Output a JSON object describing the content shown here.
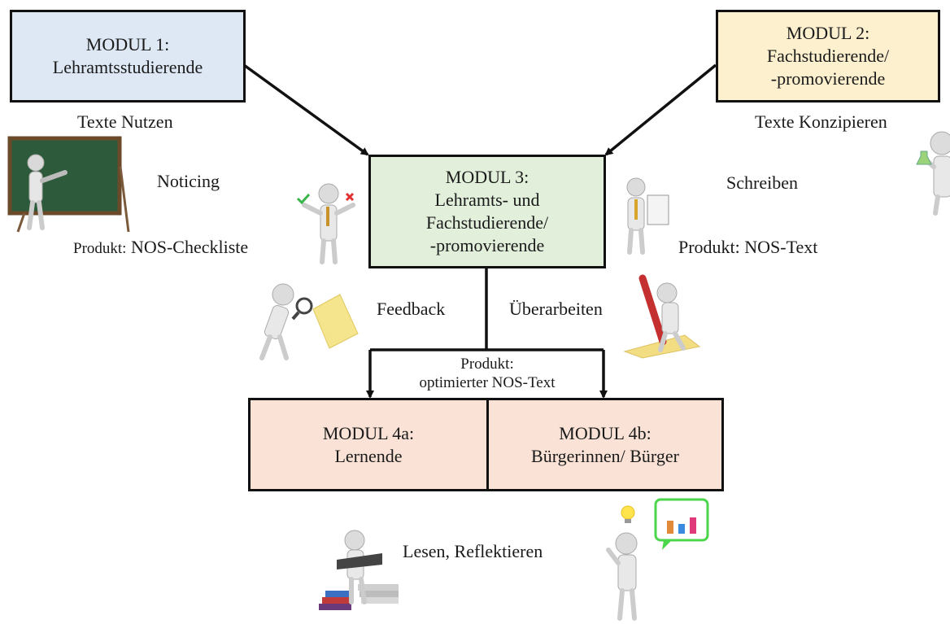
{
  "colors": {
    "modul1_fill": "#dde8f4",
    "modul2_fill": "#fdf0cf",
    "modul3_fill": "#e2efdb",
    "modul4_fill": "#fae3d6",
    "border": "#111111"
  },
  "modul1": {
    "line1": "MODUL 1:",
    "line2": "Lehramtsstudierende"
  },
  "modul2": {
    "line1": "MODUL 2:",
    "line2": "Fachstudierende/",
    "line3": "-promovierende"
  },
  "modul3": {
    "line1": "MODUL 3:",
    "line2": "Lehramts- und",
    "line3": "Fachstudierende/",
    "line4": "-promovierende"
  },
  "modul4a": {
    "line1": "MODUL 4a:",
    "line2": "Lernende"
  },
  "modul4b": {
    "line1": "MODUL 4b:",
    "line2": "Bürgerinnen/ Bürger"
  },
  "labels": {
    "texte_nutzen": "Texte Nutzen",
    "texte_konzipieren": "Texte Konzipieren",
    "noticing": "Noticing",
    "schreiben": "Schreiben",
    "produkt_word": "Produkt:",
    "checkliste": "NOS-Checkliste",
    "nos_text": "Produkt: NOS-Text",
    "feedback": "Feedback",
    "ueberarbeiten": "Überarbeiten",
    "produkt_optimiert_1": "Produkt:",
    "produkt_optimiert_2": "optimierter NOS-Text",
    "lesen": "Lesen, Reflektieren"
  },
  "icons": [
    "teacher-blackboard-icon",
    "person-checkmark-cross-icon",
    "person-holding-paper-icon",
    "scientist-flask-icon",
    "person-magnifier-paper-icon",
    "person-giant-pen-icon",
    "person-reading-books-icon",
    "person-lightbulb-speech-icon"
  ]
}
